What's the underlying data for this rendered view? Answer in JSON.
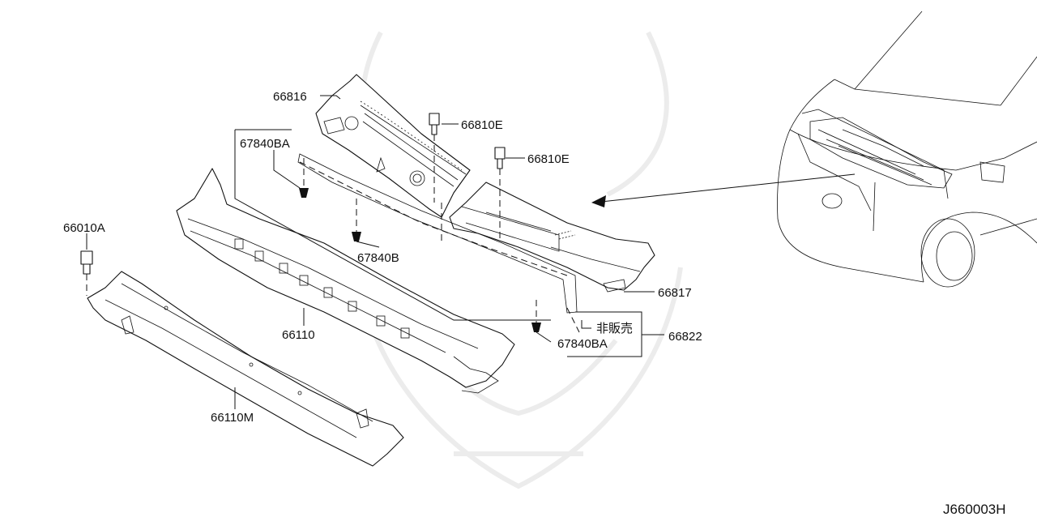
{
  "diagram": {
    "labels": {
      "p66816": "66816",
      "p66810E_a": "66810E",
      "p66810E_b": "66810E",
      "p67840BA_top": "67840BA",
      "p66010A": "66010A",
      "p67840B": "67840B",
      "p66817": "66817",
      "p66110": "66110",
      "p_not_sold": "非販売",
      "p66822": "66822",
      "p67840BA_bottom": "67840BA",
      "p66110M": "66110M"
    },
    "figure_code": "J660003H"
  }
}
